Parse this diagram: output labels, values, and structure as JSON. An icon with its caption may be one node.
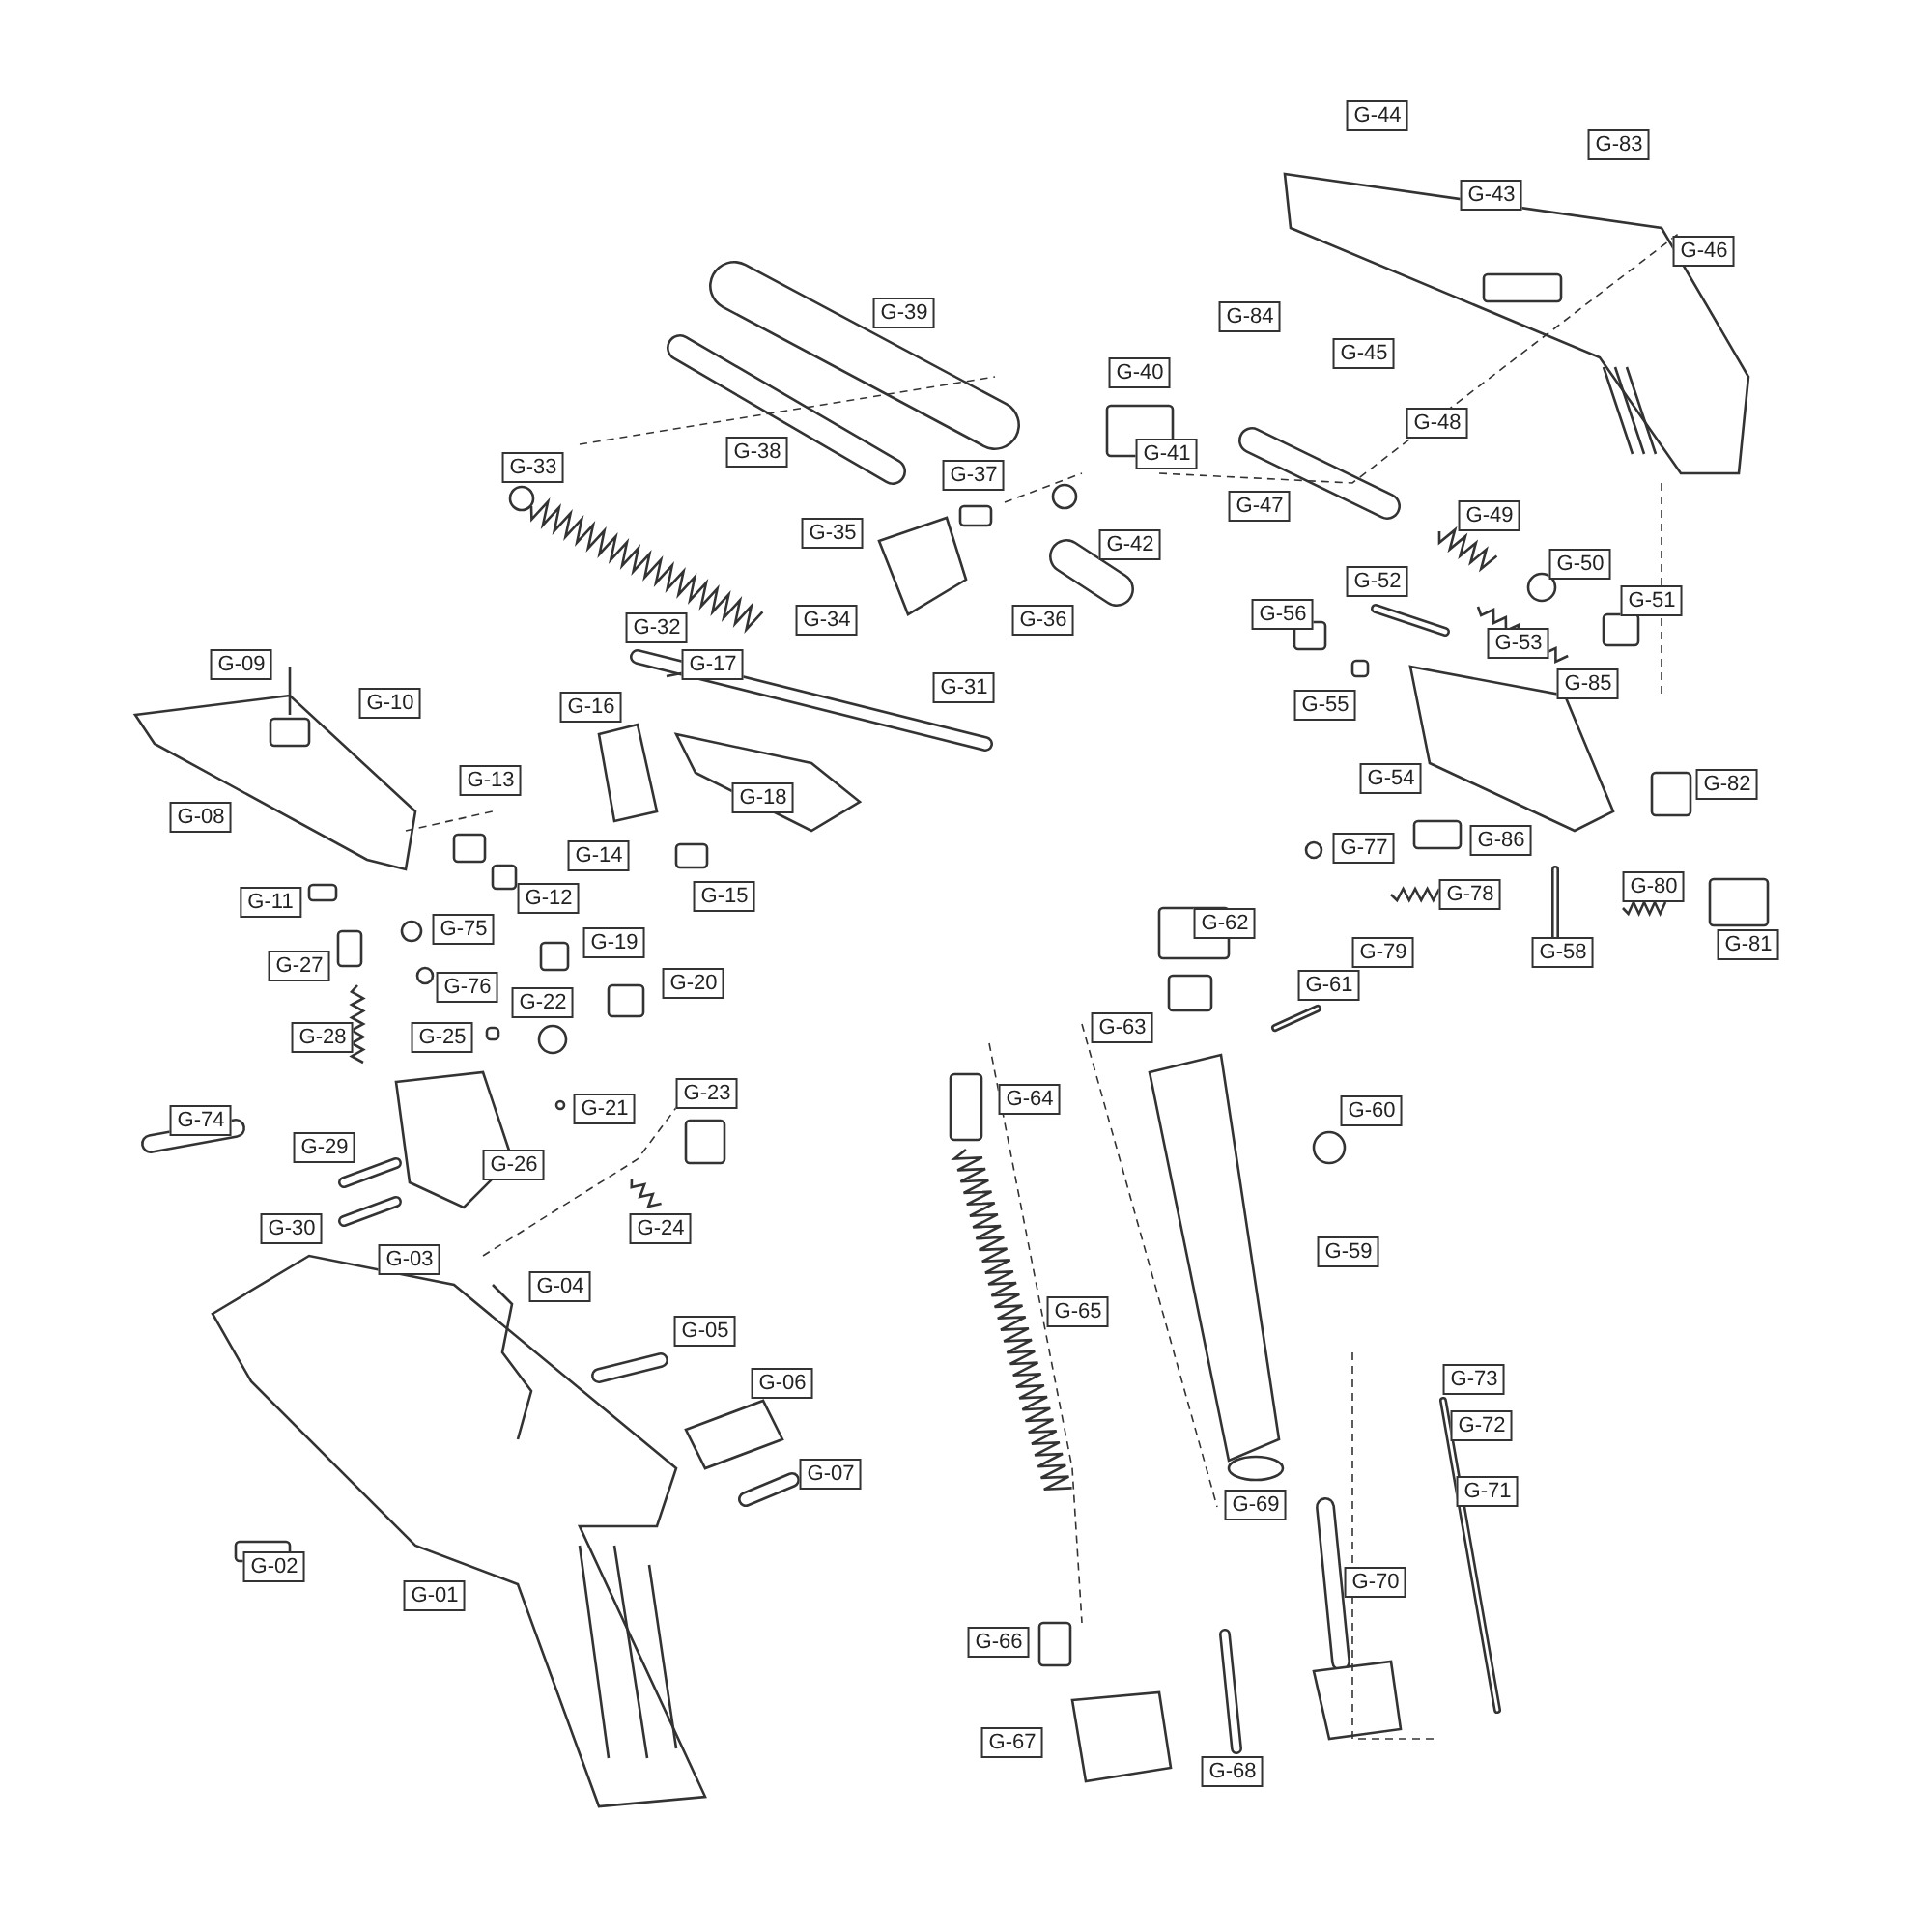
{
  "diagram": {
    "labels": [
      "G-44",
      "G-83",
      "G-43",
      "G-46",
      "G-84",
      "G-45",
      "G-39",
      "G-40",
      "G-38",
      "G-37",
      "G-41",
      "G-48",
      "G-33",
      "G-47",
      "G-49",
      "G-35",
      "G-42",
      "G-50",
      "G-52",
      "G-51",
      "G-34",
      "G-36",
      "G-56",
      "G-32",
      "G-53",
      "G-09",
      "G-17",
      "G-31",
      "G-85",
      "G-10",
      "G-16",
      "G-55",
      "G-13",
      "G-54",
      "G-18",
      "G-82",
      "G-08",
      "G-14",
      "G-77",
      "G-86",
      "G-12",
      "G-15",
      "G-78",
      "G-11",
      "G-80",
      "G-75",
      "G-81",
      "G-62",
      "G-79",
      "G-58",
      "G-19",
      "G-27",
      "G-76",
      "G-20",
      "G-61",
      "G-22",
      "G-28",
      "G-25",
      "G-63",
      "G-21",
      "G-23",
      "G-64",
      "G-60",
      "G-74",
      "G-29",
      "G-26",
      "G-30",
      "G-24",
      "G-59",
      "G-03",
      "G-04",
      "G-65",
      "G-05",
      "G-06",
      "G-73",
      "G-72",
      "G-07",
      "G-71",
      "G-69",
      "G-02",
      "G-01",
      "G-70",
      "G-66",
      "G-67",
      "G-68"
    ]
  }
}
